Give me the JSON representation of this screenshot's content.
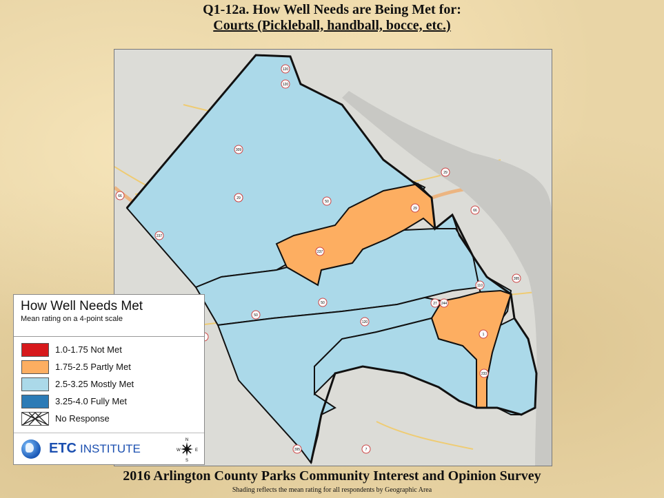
{
  "title": {
    "line1": "Q1-12a. How Well Needs are Being Met for:",
    "line2": "Courts (Pickleball, handball, bocce, etc.)"
  },
  "legend": {
    "title": "How Well Needs Met",
    "subtitle": "Mean rating on a 4-point scale",
    "items": [
      {
        "label": "1.0-1.75  Not Met",
        "color": "#d7191c"
      },
      {
        "label": "1.75-2.5  Partly Met",
        "color": "#fdae61"
      },
      {
        "label": "2.5-3.25  Mostly Met",
        "color": "#abd9e9"
      },
      {
        "label": "3.25-4.0  Fully Met",
        "color": "#2c7bb6"
      },
      {
        "label": "No Response",
        "color": "pattern"
      }
    ]
  },
  "brand": {
    "main": "ETC",
    "sub": "INSTITUTE"
  },
  "compass": {
    "n": "N",
    "s": "S",
    "e": "E",
    "w": "W"
  },
  "map": {
    "regions": [
      {
        "name": "north",
        "rating": "Mostly Met",
        "color": "#abd9e9"
      },
      {
        "name": "central-north",
        "rating": "Partly Met",
        "color": "#fdae61"
      },
      {
        "name": "central",
        "rating": "Mostly Met",
        "color": "#abd9e9"
      },
      {
        "name": "east",
        "rating": "Mostly Met",
        "color": "#abd9e9"
      },
      {
        "name": "southwest",
        "rating": "Mostly Met",
        "color": "#abd9e9"
      },
      {
        "name": "south-central",
        "rating": "Partly Met",
        "color": "#fdae61"
      },
      {
        "name": "south",
        "rating": "Mostly Met",
        "color": "#abd9e9"
      },
      {
        "name": "southeast",
        "rating": "Mostly Met",
        "color": "#abd9e9"
      }
    ],
    "route_shields": [
      "120",
      "120",
      "309",
      "29",
      "29",
      "66",
      "66",
      "50",
      "50",
      "237",
      "237",
      "27",
      "244",
      "1",
      "120",
      "110",
      "50",
      "7",
      "395",
      "395",
      "233",
      "29",
      "29",
      "7"
    ]
  },
  "footer": {
    "survey": "2016 Arlington County Parks Community Interest and Opinion Survey",
    "note": "Shading reflects the mean rating for all respondents by Geographic Area"
  }
}
